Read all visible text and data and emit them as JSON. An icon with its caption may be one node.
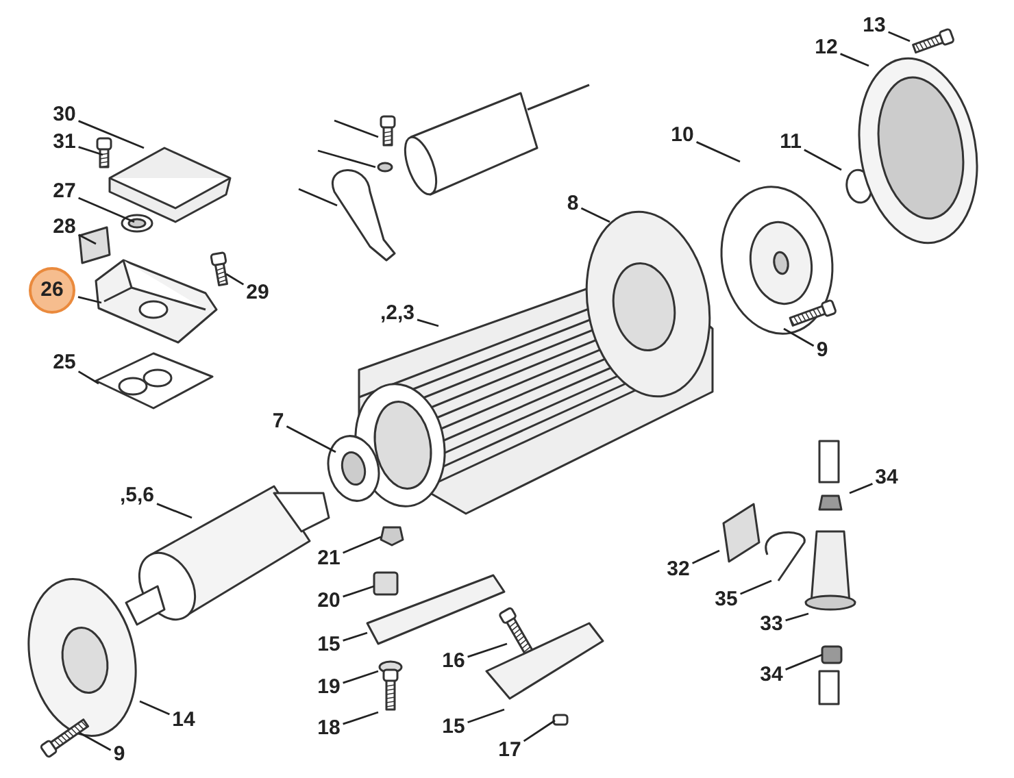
{
  "diagram": {
    "nodes": [
      {
        "text": [
          "30"
        ]
      },
      {
        "text": [
          "31"
        ]
      },
      {
        "text": [
          "27"
        ]
      },
      {
        "text": [
          "28"
        ]
      },
      {
        "text": [
          "26"
        ]
      },
      {
        "text": [
          "29"
        ]
      },
      {
        "text": [
          "25"
        ]
      },
      {
        "text": [
          ",2,3"
        ]
      },
      {
        "text": [
          "7"
        ]
      },
      {
        "text": [
          ",5,6"
        ]
      },
      {
        "text": [
          "21"
        ]
      },
      {
        "text": [
          "20"
        ]
      },
      {
        "text": [
          "15"
        ]
      },
      {
        "text": [
          "19"
        ]
      },
      {
        "text": [
          "18"
        ]
      },
      {
        "text": [
          "9"
        ]
      },
      {
        "text": [
          "14"
        ]
      },
      {
        "text": [
          "16"
        ]
      },
      {
        "text": [
          "15"
        ]
      },
      {
        "text": [
          "17"
        ]
      },
      {
        "text": [
          "13"
        ]
      },
      {
        "text": [
          "12"
        ]
      },
      {
        "text": [
          "10"
        ]
      },
      {
        "text": [
          "11"
        ]
      },
      {
        "text": [
          "8"
        ]
      },
      {
        "text": [
          "9"
        ]
      },
      {
        "text": [
          "34"
        ]
      },
      {
        "text": [
          "32"
        ]
      },
      {
        "text": [
          "35"
        ]
      },
      {
        "text": [
          "33"
        ]
      },
      {
        "text": [
          "34"
        ]
      }
    ],
    "edges": [
      {
        "from": 0,
        "to": null,
        "arrow": "none"
      },
      {
        "from": 1,
        "to": null,
        "arrow": "none"
      },
      {
        "from": 2,
        "to": null,
        "arrow": "none"
      },
      {
        "from": 3,
        "to": null,
        "arrow": "none"
      },
      {
        "from": 4,
        "to": null,
        "arrow": "none"
      },
      {
        "from": 5,
        "to": null,
        "arrow": "none"
      },
      {
        "from": 6,
        "to": null,
        "arrow": "none"
      },
      {
        "from": 7,
        "to": null,
        "arrow": "none"
      },
      {
        "from": 8,
        "to": null,
        "arrow": "none"
      },
      {
        "from": 9,
        "to": null,
        "arrow": "none"
      },
      {
        "from": 10,
        "to": null,
        "arrow": "none"
      },
      {
        "from": 11,
        "to": null,
        "arrow": "none"
      },
      {
        "from": 12,
        "to": null,
        "arrow": "none"
      },
      {
        "from": 13,
        "to": null,
        "arrow": "none"
      },
      {
        "from": 14,
        "to": null,
        "arrow": "none"
      },
      {
        "from": 15,
        "to": null,
        "arrow": "none"
      },
      {
        "from": 16,
        "to": null,
        "arrow": "none"
      },
      {
        "from": 17,
        "to": null,
        "arrow": "none"
      },
      {
        "from": 18,
        "to": null,
        "arrow": "none"
      },
      {
        "from": 19,
        "to": null,
        "arrow": "none"
      },
      {
        "from": 20,
        "to": null,
        "arrow": "none"
      },
      {
        "from": 21,
        "to": null,
        "arrow": "none"
      },
      {
        "from": 22,
        "to": null,
        "arrow": "none"
      },
      {
        "from": 23,
        "to": null,
        "arrow": "none"
      },
      {
        "from": 24,
        "to": null,
        "arrow": "none"
      },
      {
        "from": 25,
        "to": null,
        "arrow": "none"
      },
      {
        "from": 26,
        "to": null,
        "arrow": "none"
      },
      {
        "from": 27,
        "to": null,
        "arrow": "none"
      },
      {
        "from": 28,
        "to": null,
        "arrow": "none"
      },
      {
        "from": 29,
        "to": null,
        "arrow": "none"
      },
      {
        "from": 30,
        "to": null,
        "arrow": "none"
      }
    ]
  }
}
